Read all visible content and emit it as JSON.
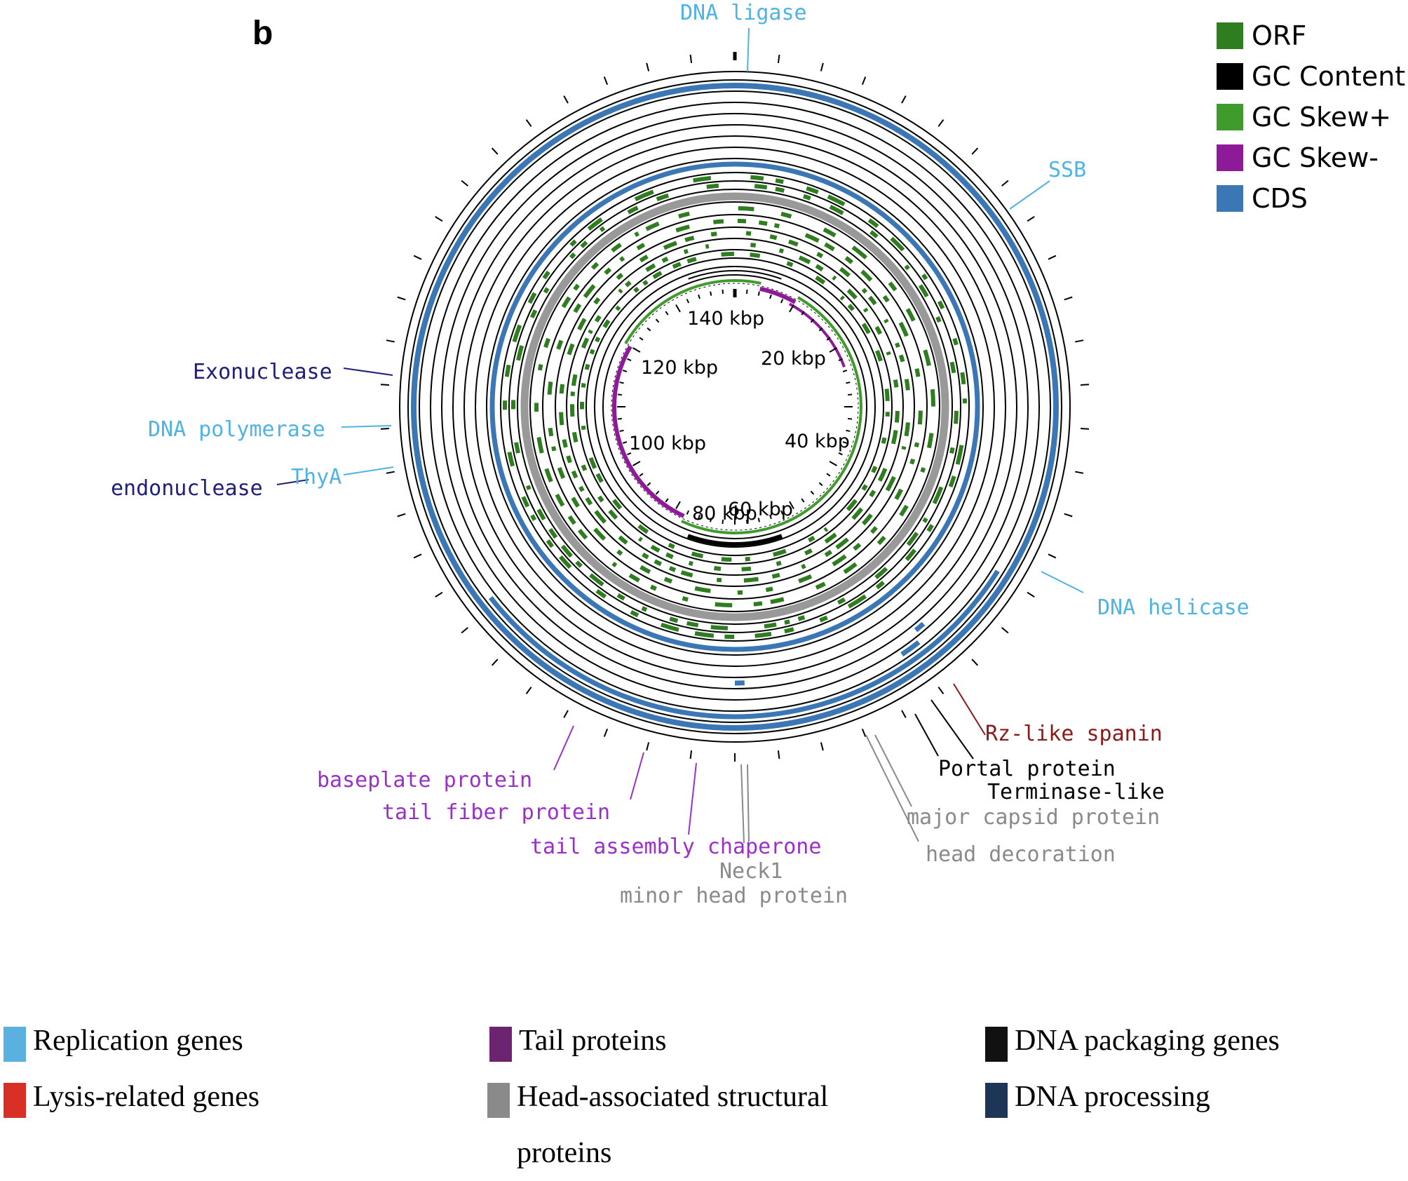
{
  "panel_label": "b",
  "track_legend": [
    {
      "label": "ORF",
      "color": "#2e7d1e"
    },
    {
      "label": "GC Content",
      "color": "#000000"
    },
    {
      "label": "GC Skew+",
      "color": "#3e9b2c"
    },
    {
      "label": "GC Skew-",
      "color": "#8e1a9a"
    },
    {
      "label": "CDS",
      "color": "#3b76b5"
    }
  ],
  "kbp_labels": [
    "140 kbp",
    "120 kbp",
    "20 kbp",
    "100 kbp",
    "40 kbp",
    "80 kbp",
    "60 kbp"
  ],
  "gene_labels": {
    "dna_ligase": "DNA ligase",
    "ssb": "SSB",
    "exonuclease": "Exonuclease",
    "dna_polymerase": "DNA polymerase",
    "thya": "ThyA",
    "endonuclease": "endonuclease",
    "dna_helicase": "DNA helicase",
    "rz_like_spanin": "Rz-like spanin",
    "portal_protein": "Portal protein",
    "terminase_like": "Terminase-like",
    "major_capsid_protein": "major capsid protein",
    "head_decoration": "head decoration",
    "baseplate_protein": "baseplate protein",
    "tail_fiber_protein": "tail fiber protein",
    "tail_assembly_chaperone": "tail assembly chaperone",
    "neck1": "Neck1",
    "minor_head_protein": "minor head protein"
  },
  "category_colors": {
    "replication": "#4fb3e3",
    "lysis": "#8b1a1a",
    "tail": "#9b30c8",
    "packaging": "#000000",
    "head": "#8a8a8a",
    "processing": "#1f1f7a"
  },
  "category_legend": [
    {
      "label": "Replication genes",
      "color": "#5ab0de"
    },
    {
      "label": "Lysis-related genes",
      "color": "#d93025"
    },
    {
      "label": "Tail proteins",
      "color": "#6c2370"
    },
    {
      "label": "Head-associated structural proteins",
      "color": "#8a8a8a"
    },
    {
      "label": "DNA packaging genes",
      "color": "#111111"
    },
    {
      "label": "DNA processing",
      "color": "#1d3557"
    }
  ]
}
